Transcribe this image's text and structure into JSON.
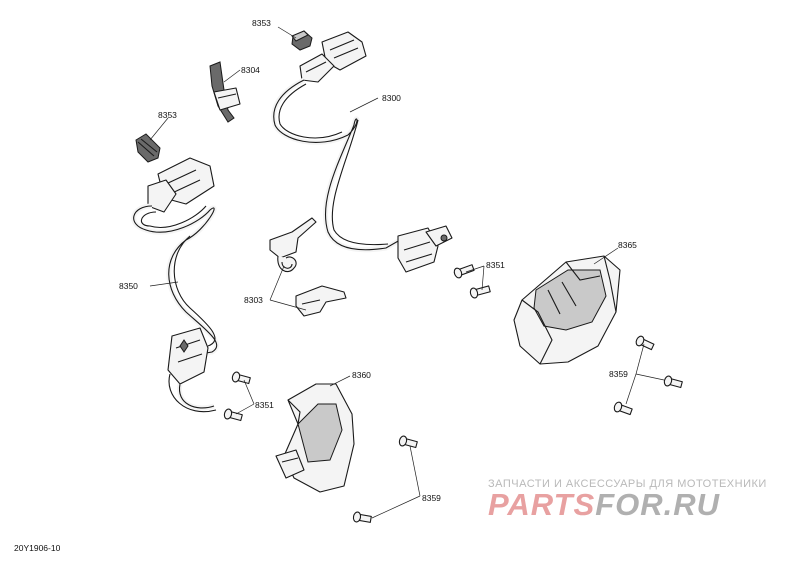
{
  "labels": {
    "l8353_top": "8353",
    "l8304": "8304",
    "l8300": "8300",
    "l8353_left": "8353",
    "l8350": "8350",
    "l8303": "8303",
    "l8351_mid": "8351",
    "l8365": "8365",
    "l8359_right": "8359",
    "l8360": "8360",
    "l8351_low": "8351",
    "l8359_bottom": "8359"
  },
  "diagram_code": "20Y1906-10",
  "watermark": {
    "tagline": "ЗАПЧАСТИ И АКСЕССУАРЫ ДЛЯ МОТОТЕХНИКИ",
    "brand_part1": "PARTS",
    "brand_part2": "FOR.RU",
    "color_part1": "#e8a1a1",
    "color_part2": "#b0b0b0"
  }
}
